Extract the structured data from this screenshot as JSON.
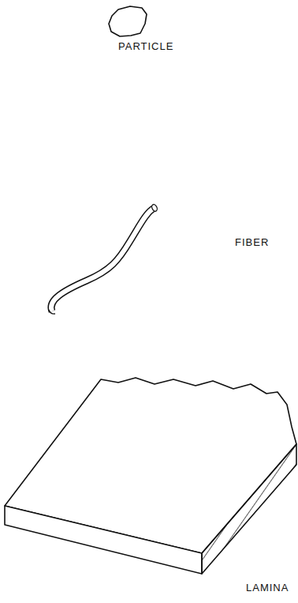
{
  "diagram": {
    "labels": [
      "PARTICLE",
      "FIBER",
      "LAMINA"
    ]
  }
}
